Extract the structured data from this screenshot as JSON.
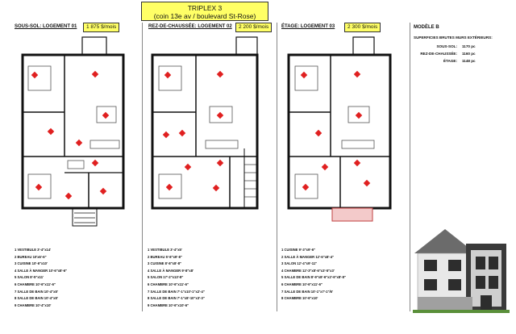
{
  "title": {
    "line1": "TRIPLEX 3",
    "line2": "(coin 13e av / boulevard St-Rose)"
  },
  "units": [
    {
      "label": "SOUS-SOL: LOGEMENT 01",
      "price": "1 875 $/mois",
      "rooms": [
        "1 VESTIBULE 3'-4\"x14'",
        "2 BUREAU 10'x6'-6\"",
        "3 CUISINE 10'-6\"x10'",
        "4 SALLE À MANGER 10'-6\"x8'-6\"",
        "5 SALON 8'-5\"x11'",
        "6 CHAMBRE 10'-6\"x11'-6\"",
        "7 SALLE DE BAIN 10'-4\"x8'",
        "8 SALLE DE BAIN 10'-4\"x8'",
        "9 CHAMBRE 10'-4\"x10'"
      ]
    },
    {
      "label": "REZ-DE-CHAUSSÉE: LOGEMENT 02",
      "price": "2 200 $/mois",
      "rooms": [
        "1 VESTIBULE 3'-4\"x5'",
        "2 BUREAU 5'-8\"x9'-8\"",
        "3 CUISINE 8'-8\"x8'-8\"",
        "4 SALLE À MANGER 9'-8\"x8'",
        "5 SALON 17'-2\"x13'-8\"",
        "6 CHAMBRE 10'-6\"x11'-6\"",
        "7 SALLE DE BAIN 7'-1\"x10'-1\"x2'-4\"",
        "8 SALLE DE BAIN 7'-1\"x8'-10\"x3'-3\"",
        "9 CHAMBRE 10'-6\"x10'-6\""
      ]
    },
    {
      "label": "ÉTAGE: LOGEMENT 03",
      "price": "2 300 $/mois",
      "rooms": [
        "1 CUISINE 9'-3\"x9'-6\"",
        "2 SALLE À MANGER 12'-6\"x8'-4\"",
        "3 SALON 12'-4\"x9'-11\"",
        "4 CHAMBRE 12'-3\"x8'-6\"x3'-5\"x3'",
        "5 SALLE DE BAIN 8'-9\"x8'-6\"x2'-6\"x8'-8\"",
        "6 CHAMBRE 10'-6\"x11'-6\"",
        "7 SALLE DE BAIN 10'-1\"x7'-1\"/6'",
        "8 CHAMBRE 10'-6\"x10'"
      ]
    }
  ],
  "model": {
    "label": "MODÈLE B",
    "areas_title": "SUPERFICIES BRUTES MURS EXTÉRIEURS:",
    "areas": [
      {
        "k": "SOUS-SOL:",
        "v": "1170 pc"
      },
      {
        "k": "REZ-DE-CHAUSSÉE:",
        "v": "1160 pc"
      },
      {
        "k": "ÉTAGE:",
        "v": "1148 pc"
      }
    ]
  },
  "colors": {
    "highlight": "#ffff66",
    "wall": "#111111",
    "marker": "#e02020"
  }
}
